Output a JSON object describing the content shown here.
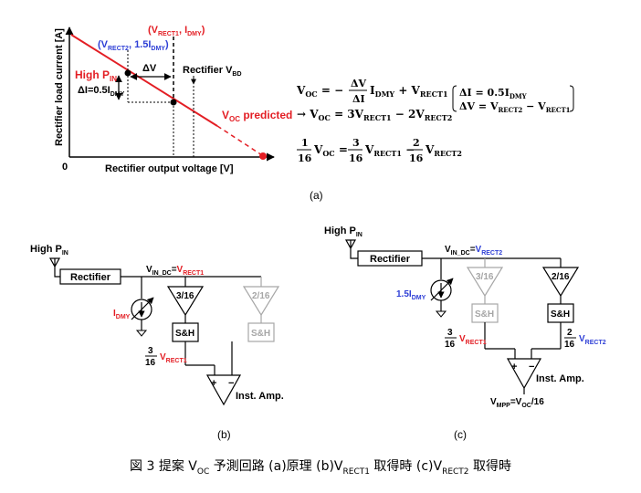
{
  "colors": {
    "red": "#e31e24",
    "blue": "#2e3fd6",
    "gray": "#a6a6a6",
    "black": "#000000"
  },
  "panel_a": {
    "y_axis_label": "Rectifier load current [A]",
    "x_axis_label": "Rectifier output voltage [V]",
    "origin": "0",
    "high_pin": "High P",
    "high_pin_sub": "IN",
    "vrect2_label": "(V",
    "vrect2_sub": "RECT2",
    "vrect2_mid": ", 1.5I",
    "vrect2_sub2": "DMY",
    "vrect2_end": ")",
    "vrect1_label": "(V",
    "vrect1_sub": "RECT1",
    "vrect1_mid": ", I",
    "vrect1_sub2": "DMY",
    "vrect1_end": ")",
    "delta_v": "ΔV",
    "delta_i": "ΔI=0.5I",
    "delta_i_sub": "DMY",
    "rect_vbd": "Rectifier V",
    "rect_vbd_sub": "BD",
    "voc_pred": "V",
    "voc_pred_sub": "OC",
    "voc_pred_end": " predicted",
    "label": "(a)"
  },
  "equations": {
    "eq1_lhs": "V",
    "eq1_lhs_sub": "OC",
    "eq1_eq": " = −",
    "eq1_num": "ΔV",
    "eq1_den": "ΔI",
    "eq1_rest": "I",
    "eq1_rest_sub": "DMY",
    "eq1_plus": " + V",
    "eq1_plus_sub": "RECT1",
    "bracket_l1": "ΔI = 0.5I",
    "bracket_l1_sub": "DMY",
    "bracket_l2": "ΔV = V",
    "bracket_l2_sub": "RECT2",
    "bracket_l2_mid": " − V",
    "bracket_l2_sub2": "RECT1",
    "eq2_arrow": "→ V",
    "eq2_sub": "OC",
    "eq2_mid": " = 3V",
    "eq2_sub2": "RECT1",
    "eq2_mid2": " − 2V",
    "eq2_sub3": "RECT2",
    "eq3_n1": "1",
    "eq3_d1": "16",
    "eq3_v": "V",
    "eq3_vsub": "OC",
    "eq3_eq": " = ",
    "eq3_n2": "3",
    "eq3_d2": "16",
    "eq3_v2": "V",
    "eq3_v2sub": "RECT1",
    "eq3_minus": " − ",
    "eq3_n3": "2",
    "eq3_d3": "16",
    "eq3_v3": "V",
    "eq3_v3sub": "RECT2"
  },
  "panel_b": {
    "high_pin": "High P",
    "high_pin_sub": "IN",
    "rectifier": "Rectifier",
    "vin_dc": "V",
    "vin_dc_sub": "IN_DC",
    "vin_eq": "=",
    "vin_v": "V",
    "vin_v_sub": "RECT1",
    "idmy": "I",
    "idmy_sub": "DMY",
    "amp1": "3/16",
    "amp2": "2/16",
    "sh1": "S&H",
    "sh2": "S&H",
    "frac_num": "3",
    "frac_den": "16",
    "frac_v": "V",
    "frac_v_sub": "RECT1",
    "plus": "+",
    "minus": "−",
    "inst_amp": "Inst. Amp.",
    "label": "(b)"
  },
  "panel_c": {
    "high_pin": "High P",
    "high_pin_sub": "IN",
    "rectifier": "Rectifier",
    "vin_dc": "V",
    "vin_dc_sub": "IN_DC",
    "vin_eq": "=",
    "vin_v": "V",
    "vin_v_sub": "RECT2",
    "idmy": "1.5I",
    "idmy_sub": "DMY",
    "amp1": "3/16",
    "amp2": "2/16",
    "sh1": "S&H",
    "sh2": "S&H",
    "frac1_num": "3",
    "frac1_den": "16",
    "frac1_v": "V",
    "frac1_v_sub": "RECT1",
    "frac2_num": "2",
    "frac2_den": "16",
    "frac2_v": "V",
    "frac2_v_sub": "RECT2",
    "plus": "+",
    "minus": "−",
    "inst_amp": "Inst. Amp.",
    "vmpp": "V",
    "vmpp_sub": "MPP",
    "vmpp_eq": "=V",
    "vmpp_sub2": "OC",
    "vmpp_end": "/16",
    "label": "(c)"
  },
  "caption": {
    "text": "図 3  提案 V",
    "sub1": "OC",
    "t2": " 予測回路  (a)原理  (b)V",
    "sub2": "RECT1",
    "t3": " 取得時  (c)V",
    "sub3": "RECT2",
    "t4": " 取得時"
  }
}
